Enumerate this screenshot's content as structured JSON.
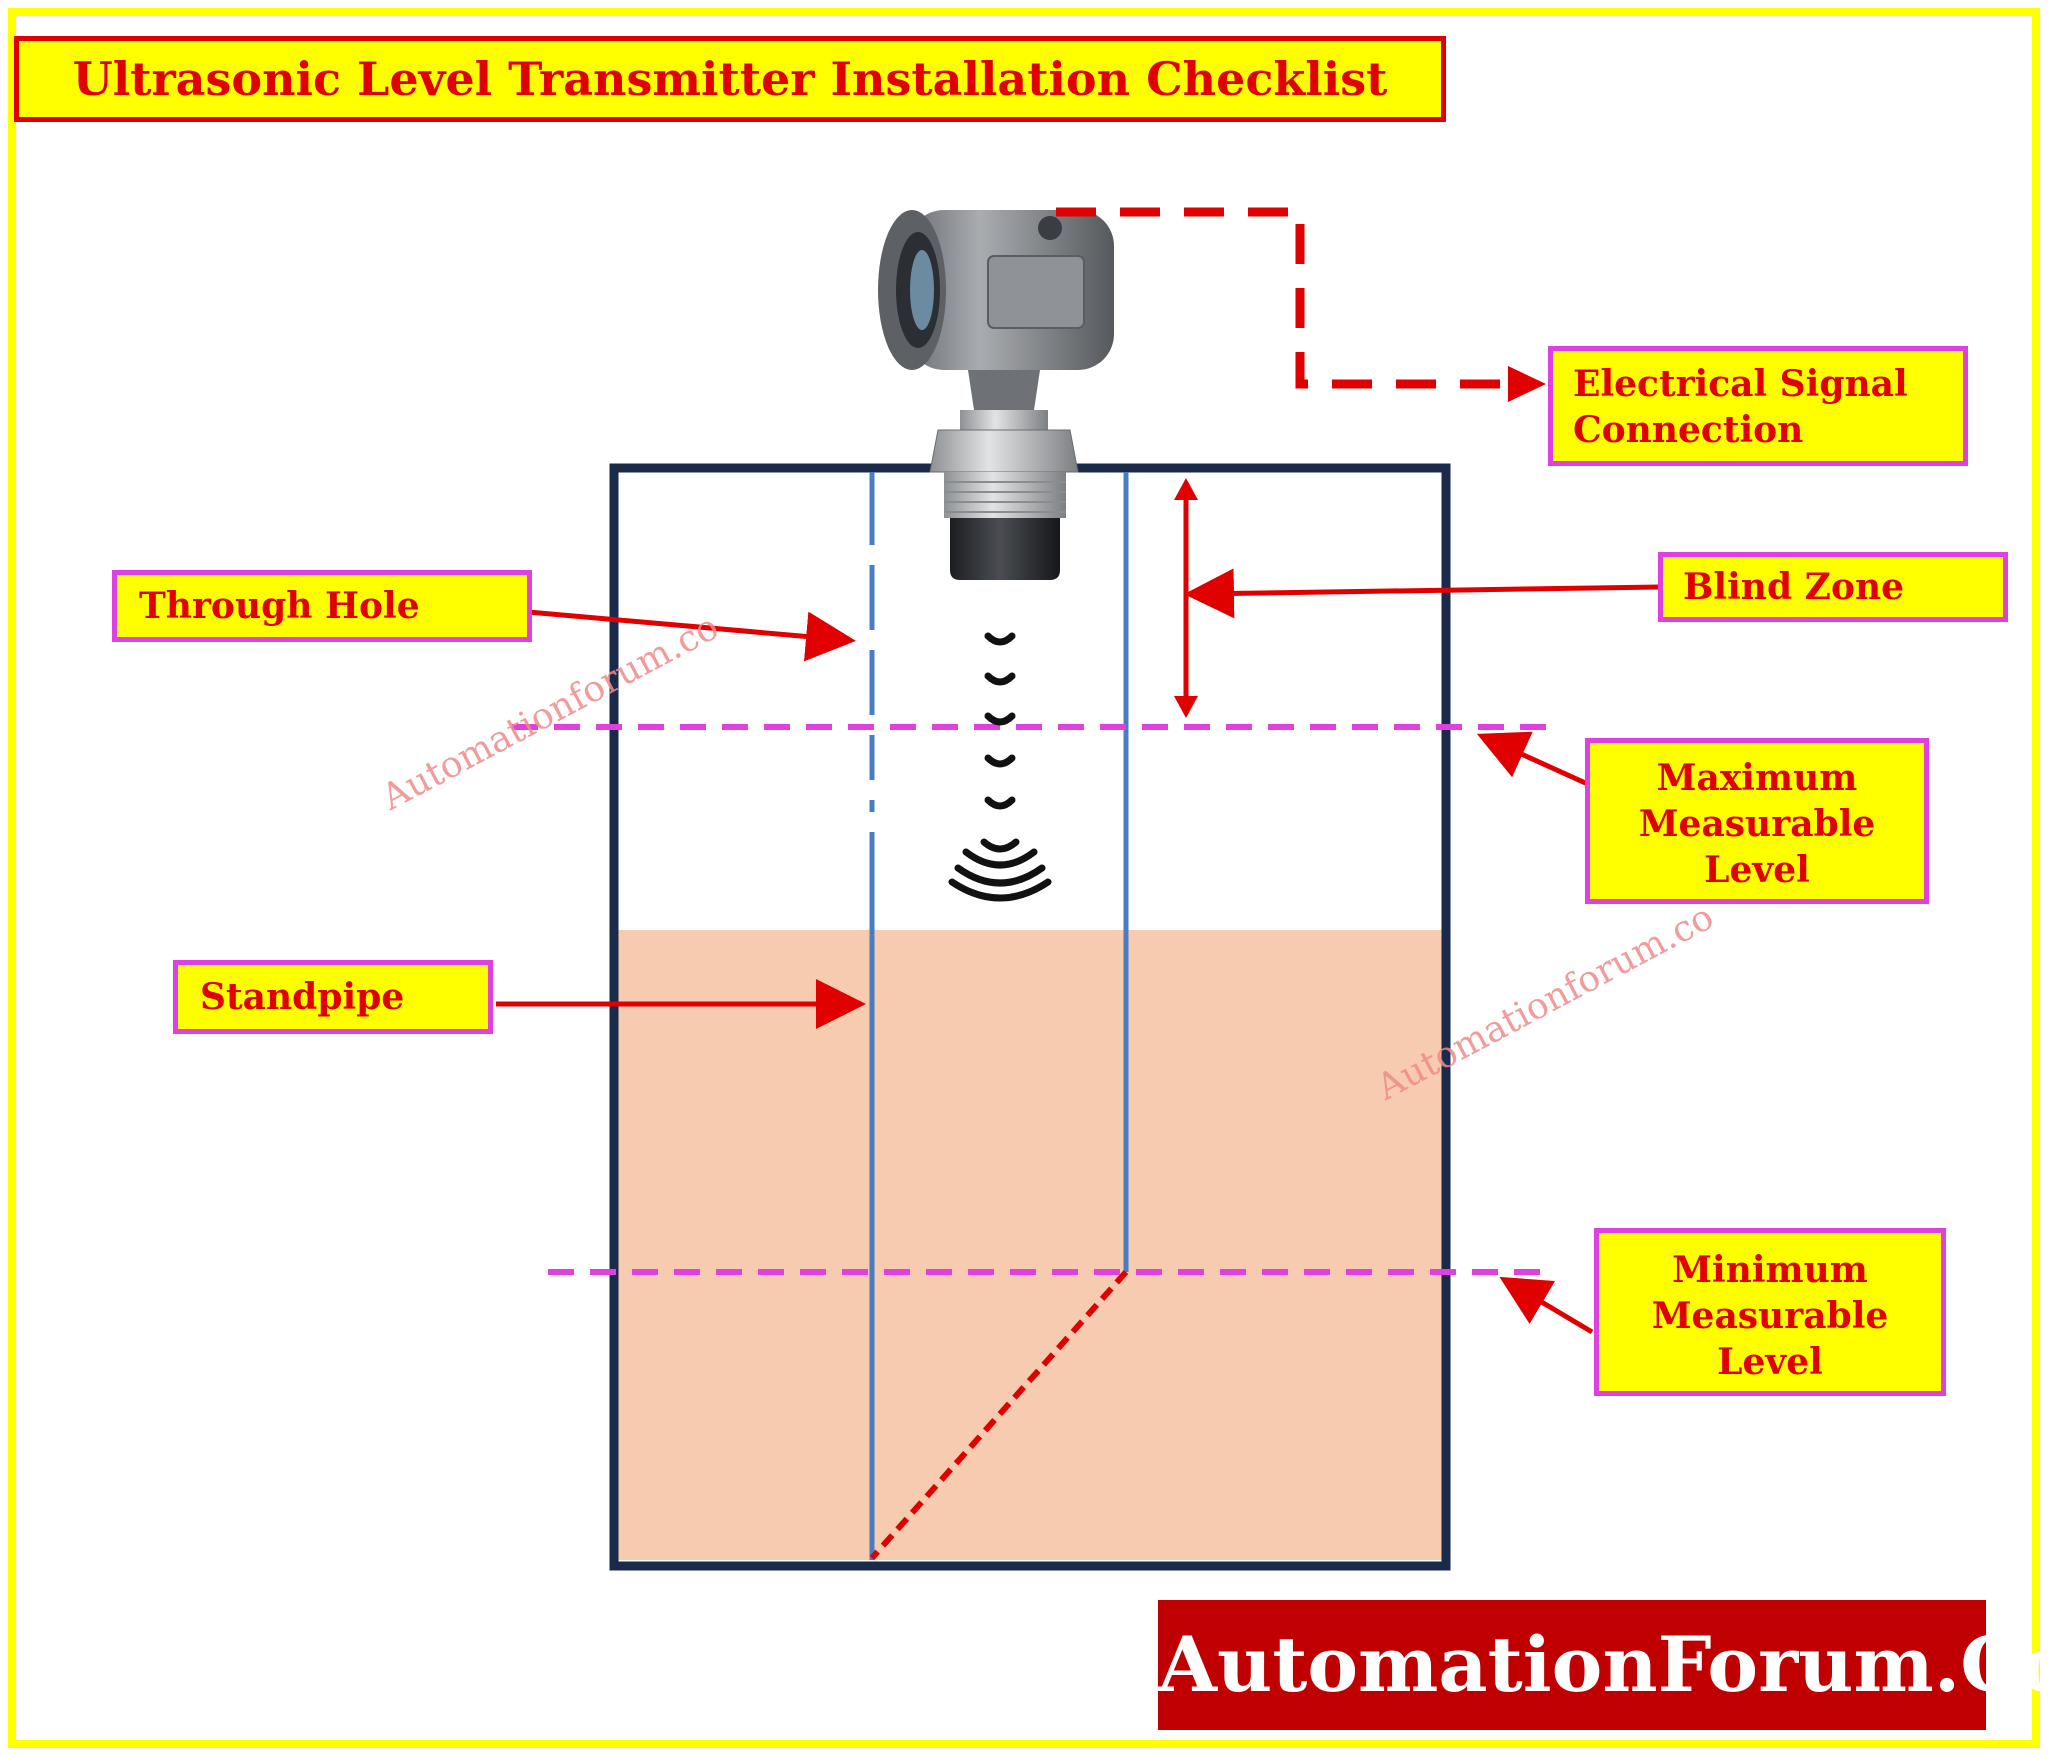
{
  "title": "Ultrasonic Level Transmitter Installation Checklist",
  "labels": {
    "electrical_signal": [
      "Electrical Signal",
      "Connection"
    ],
    "blind_zone": "Blind Zone",
    "maximum_level": [
      "Maximum",
      "Measurable",
      "Level"
    ],
    "minimum_level": [
      "Minimum",
      "Measurable",
      "Level"
    ],
    "through_hole": "Through Hole",
    "standpipe": "Standpipe"
  },
  "watermark": "Automationforum.co",
  "brand": "AutomationForum.Co",
  "colors": {
    "frame": "#ffff00",
    "label_text": "#e00000",
    "label_border": "#e040e0",
    "tank_outline": "#1a2a4a",
    "standpipe": "#4a7cc4",
    "liquid": "#f7cbaf",
    "level_lines": "#e040e0",
    "arrows": "#e00000",
    "brand_bg": "#c00000"
  }
}
